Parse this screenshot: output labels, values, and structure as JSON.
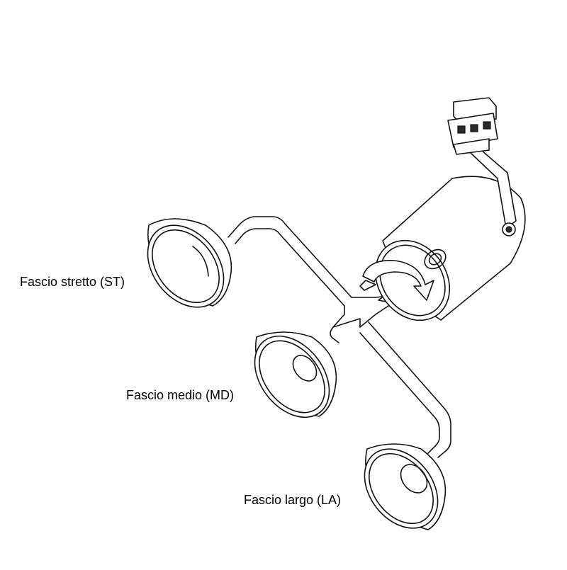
{
  "labels": {
    "narrow_beam": "Fascio stretto (ST)",
    "medium_beam": "Fascio medio (MD)",
    "wide_beam": "Fascio largo (LA)"
  },
  "colors": {
    "line": "#111111",
    "background": "#ffffff"
  }
}
